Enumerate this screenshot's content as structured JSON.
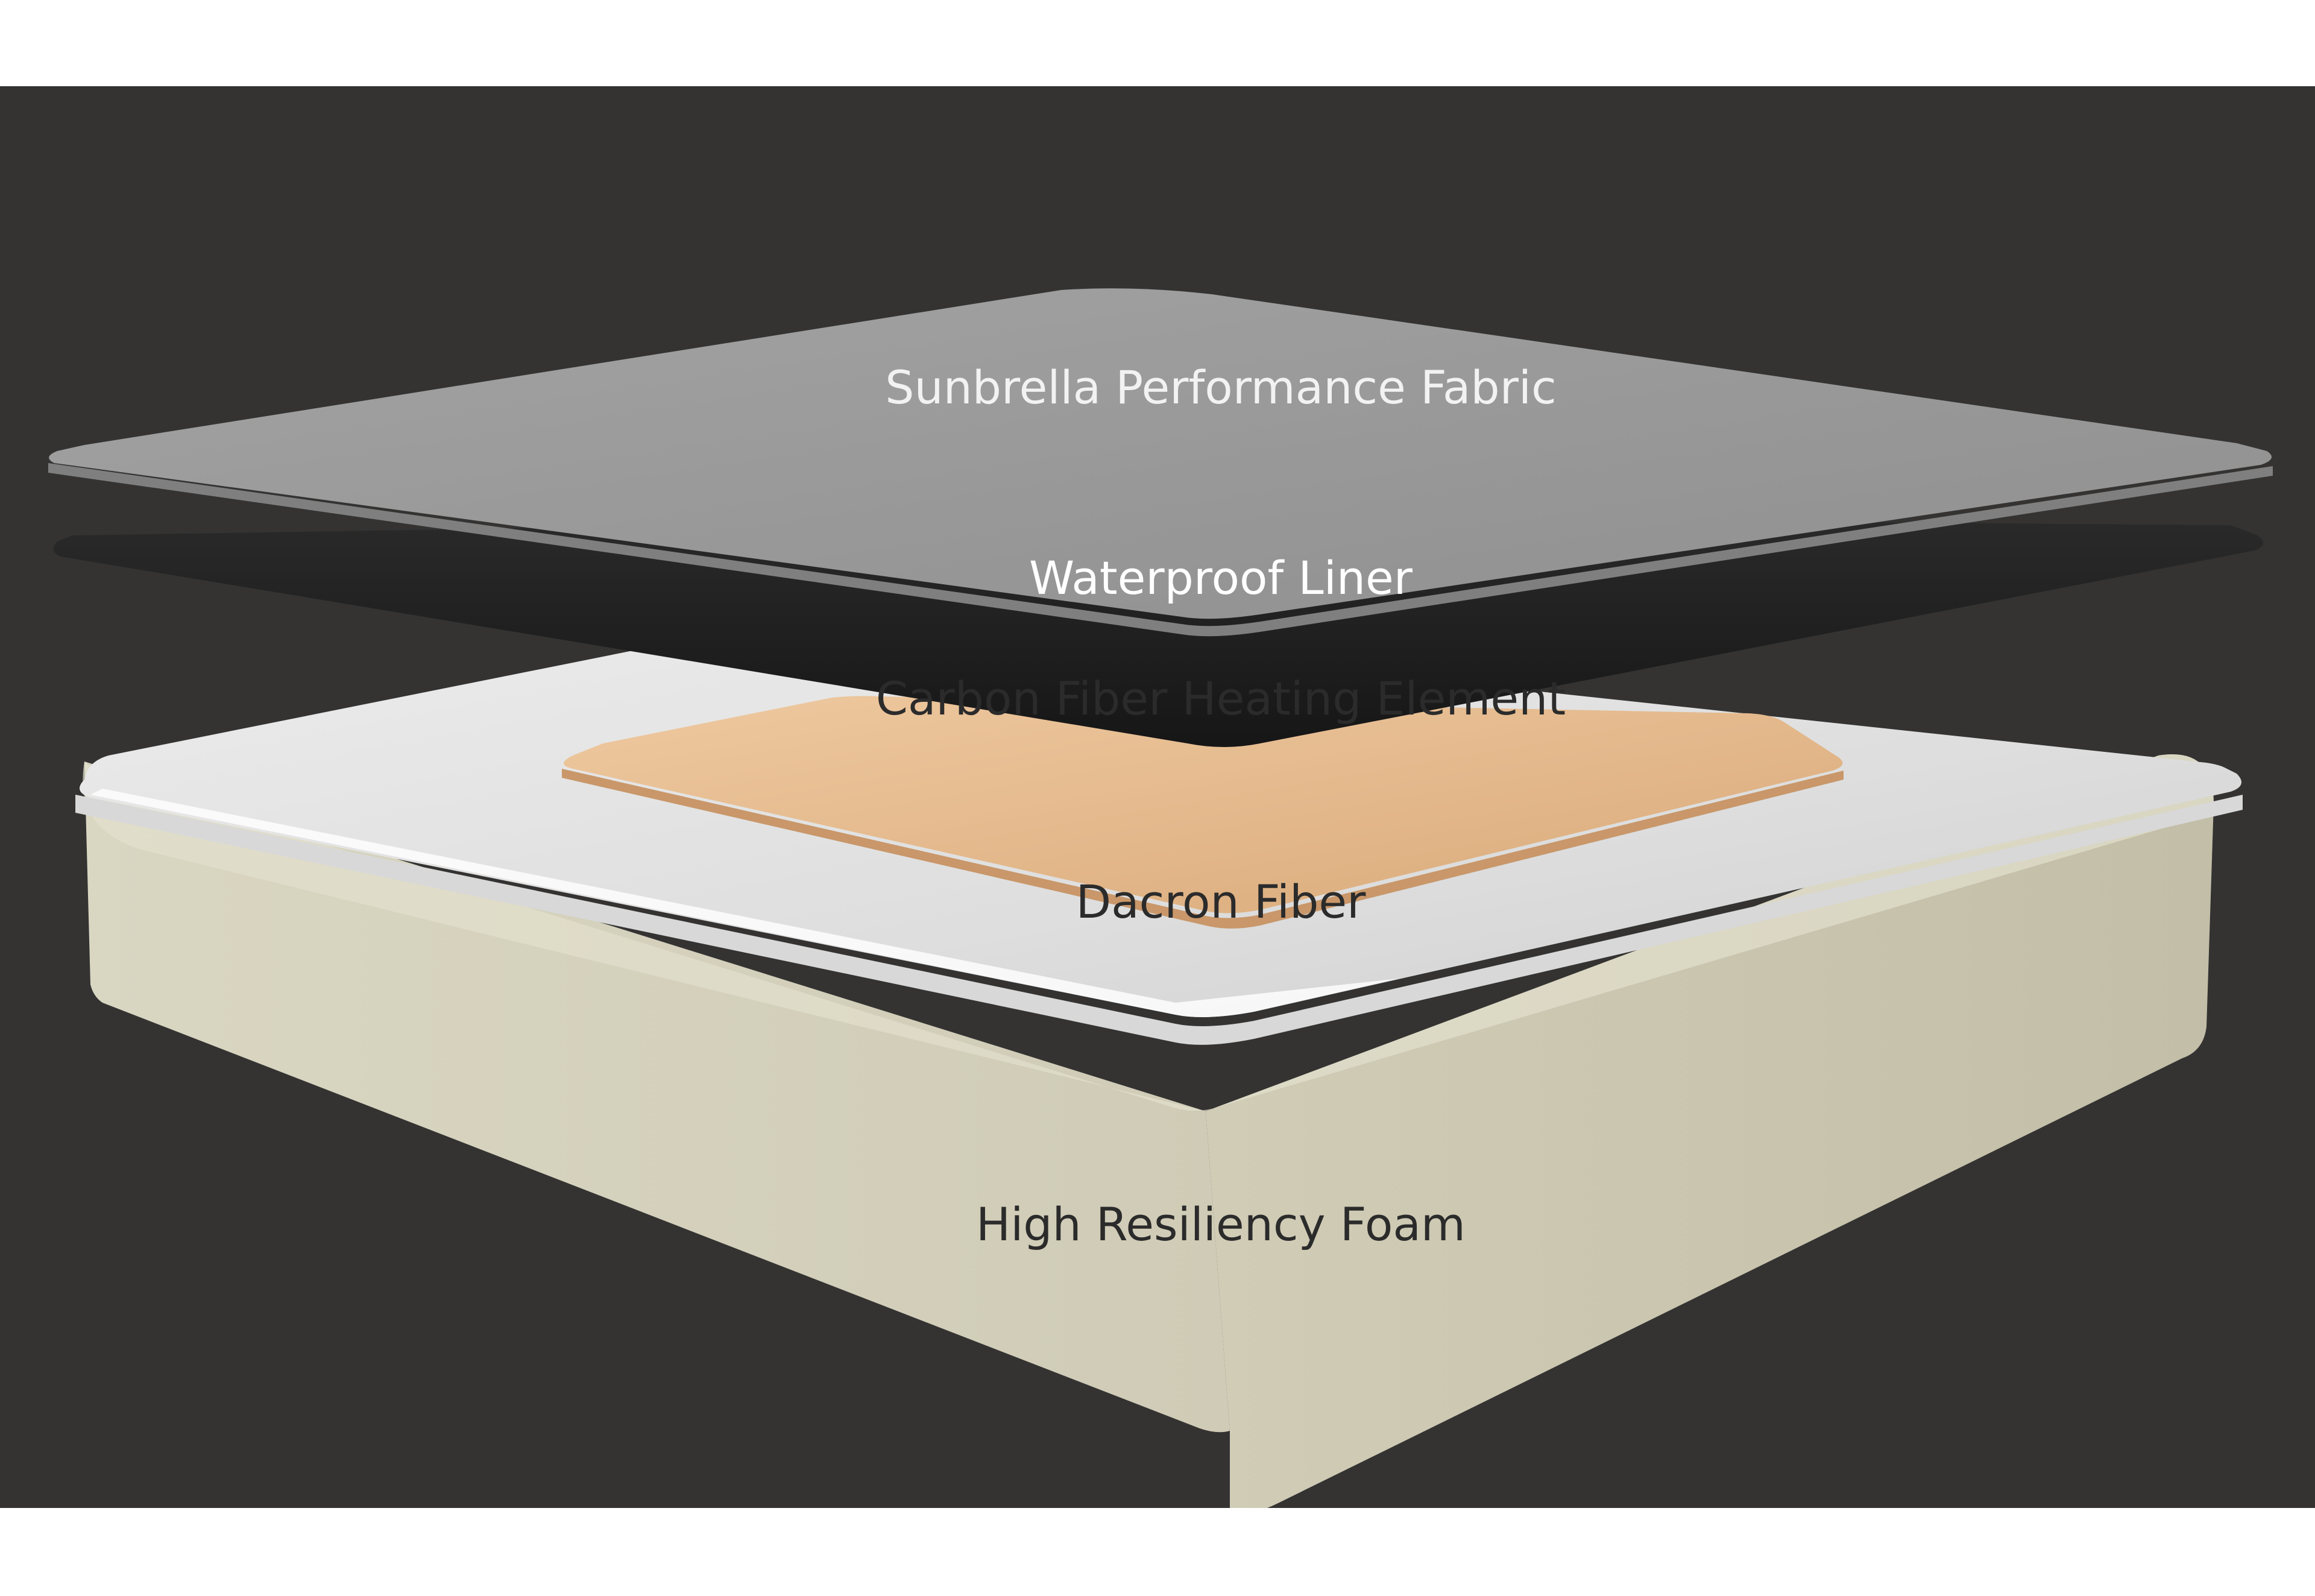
{
  "diagram": {
    "background_color": "#343332",
    "layers": [
      {
        "id": "fabric",
        "label": "Sunbrella Performance Fabric",
        "color": "#9a9a9a",
        "label_color": "#f2f2f2"
      },
      {
        "id": "liner",
        "label": "Waterproof Liner",
        "color": "#1e1e1e",
        "label_color": "#ffffff"
      },
      {
        "id": "heating",
        "label": "Carbon Fiber Heating Element",
        "color": "#e6bb8e",
        "label_color": "#2b2b2b"
      },
      {
        "id": "dacron",
        "label": "Dacron Fiber",
        "color": "#f3f3f3",
        "label_color": "#2b2b2b"
      },
      {
        "id": "foam",
        "label": "High Resiliency Foam",
        "color": "#d3cfba",
        "label_color": "#2b2b2b"
      }
    ]
  }
}
